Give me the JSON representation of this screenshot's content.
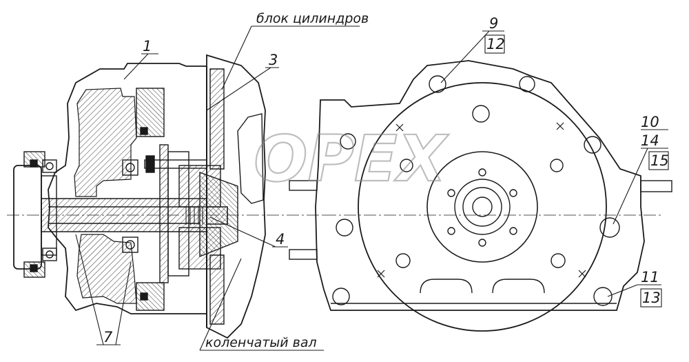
{
  "labels": {
    "cylinder_block": "блок цилиндров",
    "crankshaft": "коленчатый вал"
  },
  "callouts": {
    "c1": "1",
    "c3": "3",
    "c4": "4",
    "c7": "7",
    "c9": "9",
    "c12": "12",
    "c10": "10",
    "c14": "14",
    "c15": "15",
    "c11": "11",
    "c13": "13"
  },
  "watermark": "OPEX",
  "colors": {
    "ink": "#1a1a1a",
    "hatch": "#333333",
    "watermark": "#bdbdbd"
  }
}
